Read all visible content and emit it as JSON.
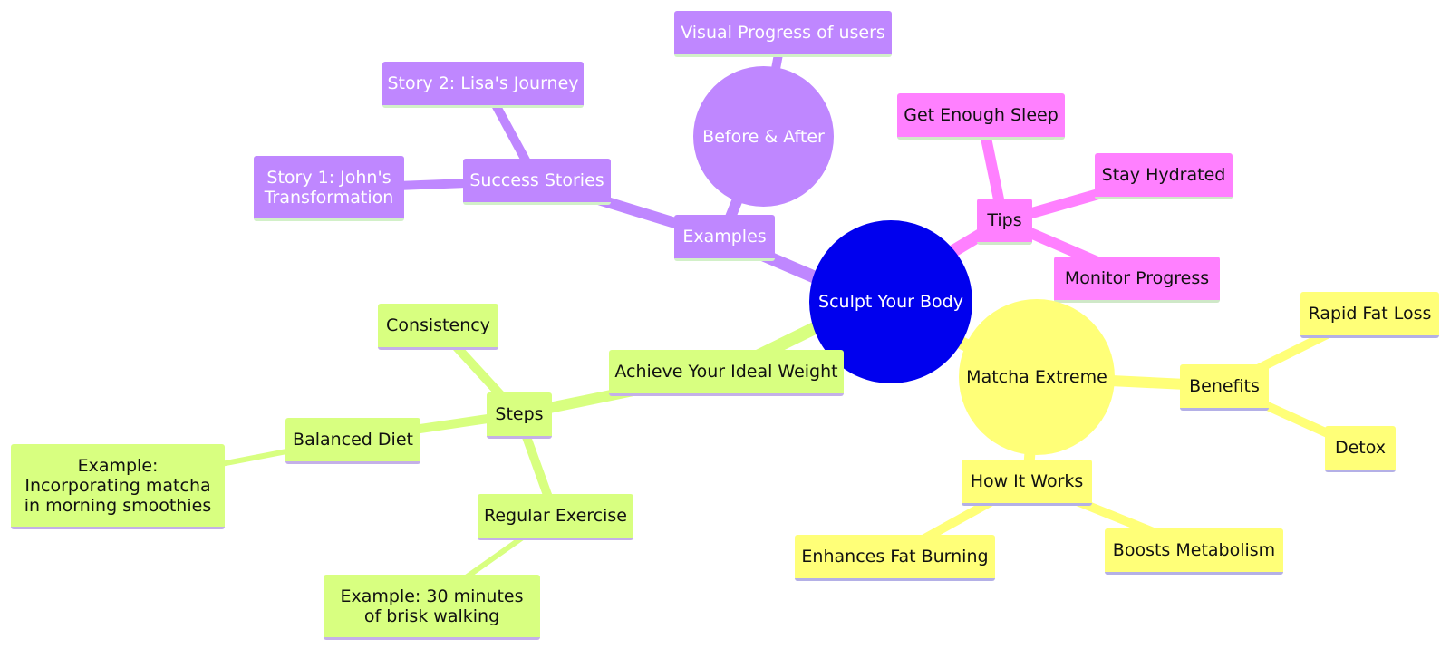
{
  "root": "Sculpt Your Body",
  "examples": {
    "label": "Examples",
    "success_stories": "Success Stories",
    "story1": "Story 1: John's Transformation",
    "story2": "Story 2: Lisa's Journey",
    "before_after": "Before & After",
    "visual_progress": "Visual Progress of users"
  },
  "tips": {
    "label": "Tips",
    "sleep": "Get Enough Sleep",
    "hydrated": "Stay Hydrated",
    "monitor": "Monitor Progress"
  },
  "matcha": {
    "label": "Matcha Extreme",
    "benefits": "Benefits",
    "rapid_fat_loss": "Rapid Fat Loss",
    "detox": "Detox",
    "how_it_works": "How It Works",
    "fat_burning": "Enhances Fat Burning",
    "metabolism": "Boosts Metabolism"
  },
  "weight": {
    "label": "Achieve Your Ideal Weight",
    "steps": "Steps",
    "consistency": "Consistency",
    "balanced_diet": "Balanced Diet",
    "diet_example": "Example: Incorporating matcha in morning smoothies",
    "exercise": "Regular Exercise",
    "exercise_example": "Example: 30 minutes of brisk walking"
  },
  "colors": {
    "root": "#0000ee",
    "examples": "#bf87ff",
    "tips": "#ff80ff",
    "matcha": "#ffff78",
    "weight": "#d8ff80"
  }
}
